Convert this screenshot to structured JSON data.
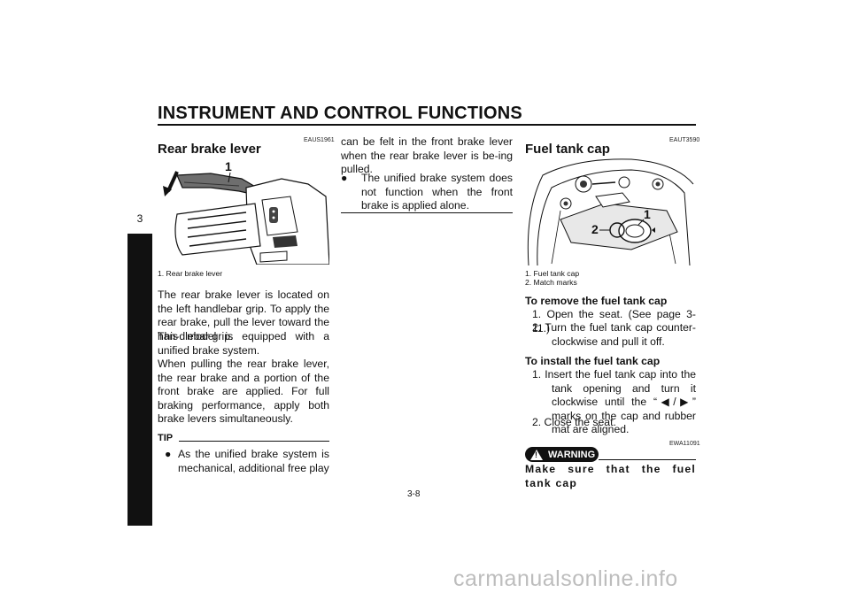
{
  "header": {
    "title": "INSTRUMENT AND CONTROL FUNCTIONS"
  },
  "side_tab": {
    "number": "3"
  },
  "left": {
    "code": "EAUS1961",
    "title": "Rear brake lever",
    "image_callout": "1",
    "caption": "1.   Rear brake lever",
    "paragraphs": [
      "The rear brake lever is located on the left handlebar grip. To apply the rear brake, pull the lever toward the han-dlebar grip.",
      "This model is equipped with a unified brake system.",
      "When pulling the rear brake lever, the rear brake and a portion of the front brake are applied. For full braking performance, apply both brake levers simultaneously."
    ],
    "tip_label": "TIP",
    "tip_bullet": "As the unified brake system is mechanical, additional free play"
  },
  "middle": {
    "continuation": "can be felt in the front brake lever when the rear brake lever is be-ing pulled.",
    "bullet": "The unified brake system does not function when the front brake is applied alone."
  },
  "right": {
    "code": "EAUT3590",
    "title": "Fuel tank cap",
    "image_callouts": [
      "1",
      "2"
    ],
    "captions": [
      "1.   Fuel tank cap",
      "2.   Match marks"
    ],
    "remove_heading": "To remove the fuel tank cap",
    "remove_steps": [
      "1.  Open the seat. (See page 3-11.)",
      "2.  Turn the fuel tank cap counter-clockwise and pull it off."
    ],
    "install_heading": "To install the fuel tank cap",
    "install_steps": [
      "1.  Insert the fuel tank cap into the tank opening and turn it clockwise until the “◀/▶” marks on the cap and rubber mat are aligned.",
      "2.  Close the seat."
    ],
    "warning_code": "EWA11091",
    "warning_label": "WARNING",
    "warning_text": "Make sure that the fuel tank cap"
  },
  "footer": {
    "page": "3-8"
  },
  "watermark": "carmanualsonline.info"
}
